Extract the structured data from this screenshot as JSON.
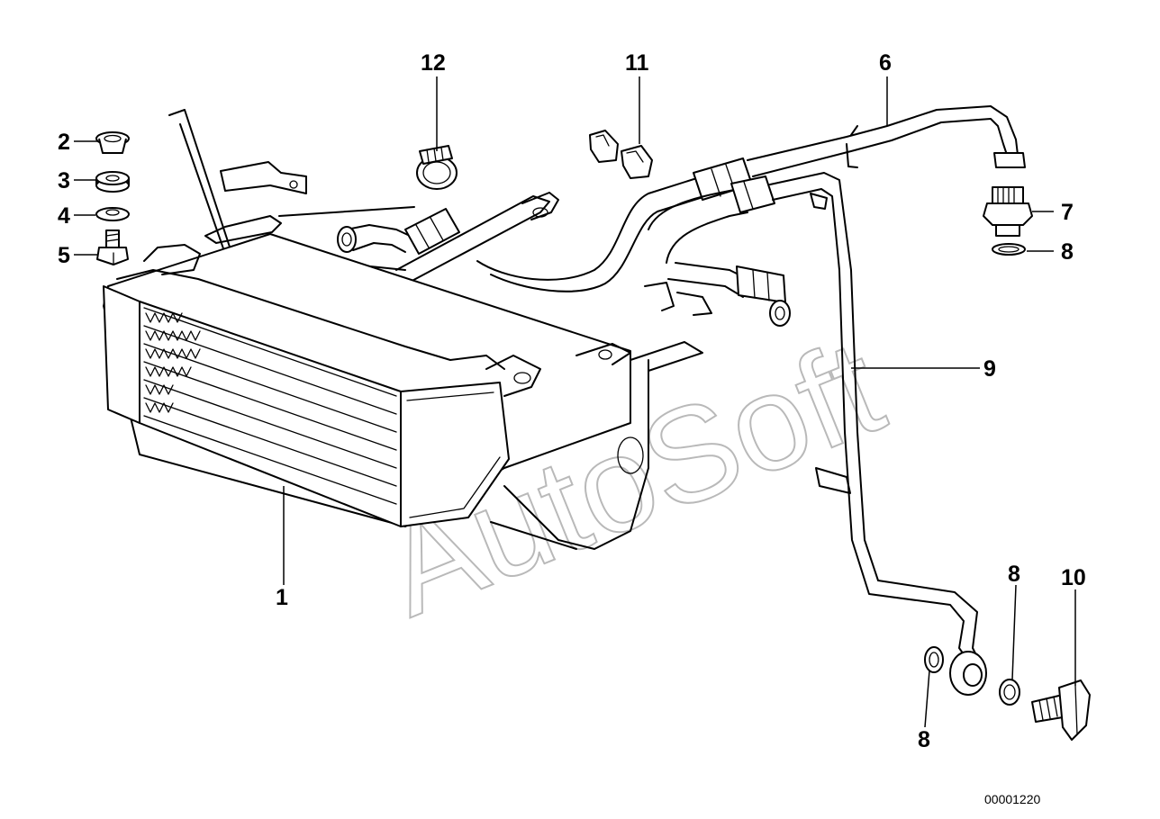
{
  "diagram": {
    "part_labels": {
      "p1": "1",
      "p2": "2",
      "p3": "3",
      "p4": "4",
      "p5": "5",
      "p6": "6",
      "p7": "7",
      "p8a": "8",
      "p8b": "8",
      "p8c": "8",
      "p9": "9",
      "p10": "10",
      "p11": "11",
      "p12": "12"
    },
    "watermark": "AutoSoft",
    "reference_code": "00001220"
  }
}
